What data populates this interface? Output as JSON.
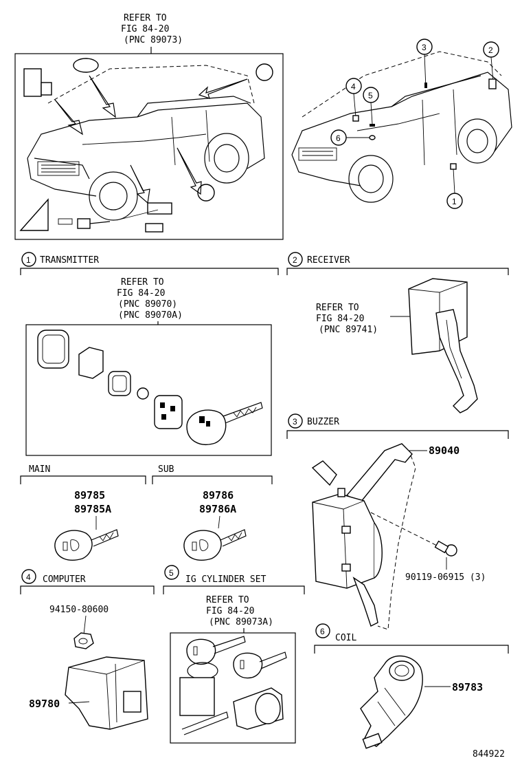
{
  "overview": {
    "ref_lines": [
      "REFER TO",
      "FIG 84-20",
      "(PNC 89073)"
    ],
    "callouts": [
      "3",
      "2",
      "4",
      "5",
      "6",
      "1"
    ]
  },
  "sections": {
    "transmitter": {
      "num": "1",
      "title": "TRANSMITTER",
      "ref_lines": [
        "REFER TO",
        "FIG 84-20",
        "(PNC 89070)",
        "(PNC 89070A)"
      ],
      "main": {
        "label": "MAIN",
        "parts": [
          "89785",
          "89785A"
        ]
      },
      "sub": {
        "label": "SUB",
        "parts": [
          "89786",
          "89786A"
        ]
      }
    },
    "receiver": {
      "num": "2",
      "title": "RECEIVER",
      "ref_lines": [
        "REFER TO",
        "FIG 84-20",
        "(PNC 89741)"
      ]
    },
    "buzzer": {
      "num": "3",
      "title": "BUZZER",
      "part_bracket": "89040",
      "part_bolt": "90119-06915 (3)"
    },
    "computer": {
      "num": "4",
      "title": "COMPUTER",
      "part_nut": "94150-80600",
      "part_unit": "89780"
    },
    "ig_cylinder": {
      "num": "5",
      "title": "IG CYLINDER SET",
      "ref_lines": [
        "REFER TO",
        "FIG 84-20",
        "(PNC 89073A)"
      ]
    },
    "coil": {
      "num": "6",
      "title": "COIL",
      "part": "89783"
    }
  },
  "footer": {
    "diagram_id": "844922"
  }
}
